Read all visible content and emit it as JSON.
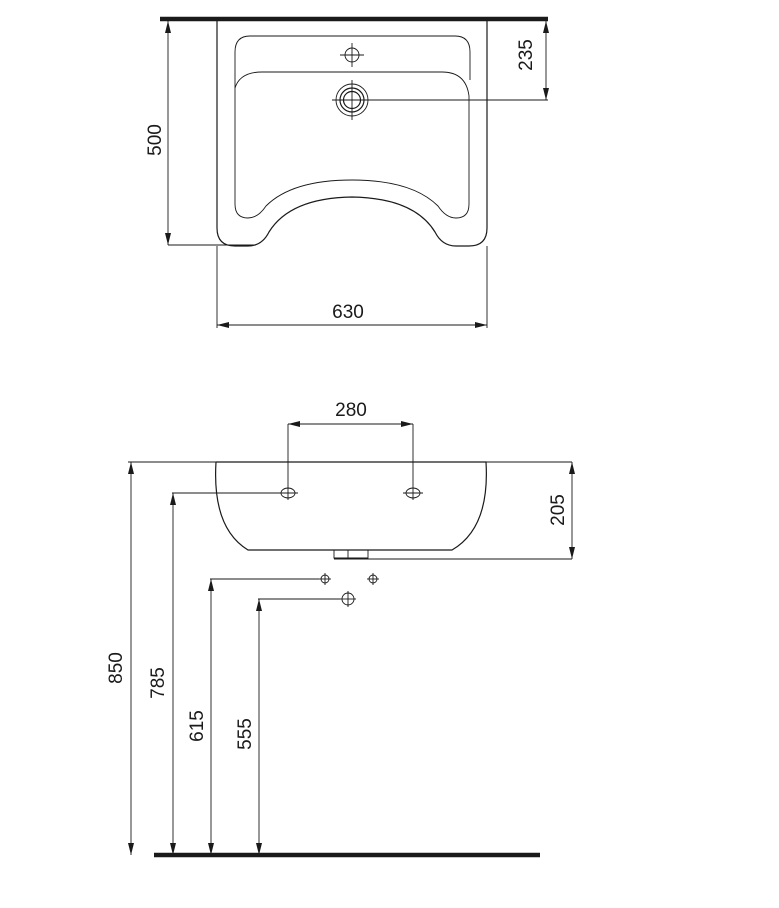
{
  "top_view": {
    "depth": "500",
    "width": "630",
    "tap_hole_offset": "235"
  },
  "front_view": {
    "fixing_hole_spacing": "280",
    "basin_height": "205",
    "rim_height": "850",
    "fixing_hole_height": "785",
    "supply_height": "615",
    "waste_height": "555"
  },
  "colors": {
    "line": "#1a1a1a",
    "background": "#ffffff"
  }
}
